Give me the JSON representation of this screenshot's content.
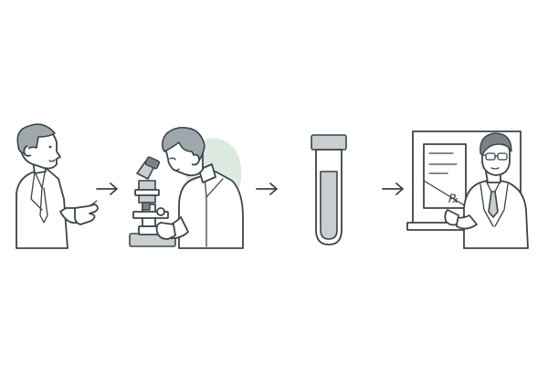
{
  "diagram": {
    "steps": [
      {
        "id": "consultation",
        "icon": "patient-consultation"
      },
      {
        "id": "microscopy",
        "icon": "microscope-analysis"
      },
      {
        "id": "test-sample",
        "icon": "test-tube"
      },
      {
        "id": "prescription",
        "icon": "doctor-prescription"
      }
    ],
    "connector_icon": "right-arrow-icon",
    "prescription_symbol": "℞"
  },
  "colors": {
    "line": "#3c4448",
    "hair": "#9ea7ab",
    "grey": "#c9ced0",
    "dark": "#7a8387",
    "accent": "#dce9e0",
    "background": "#ffffff"
  }
}
